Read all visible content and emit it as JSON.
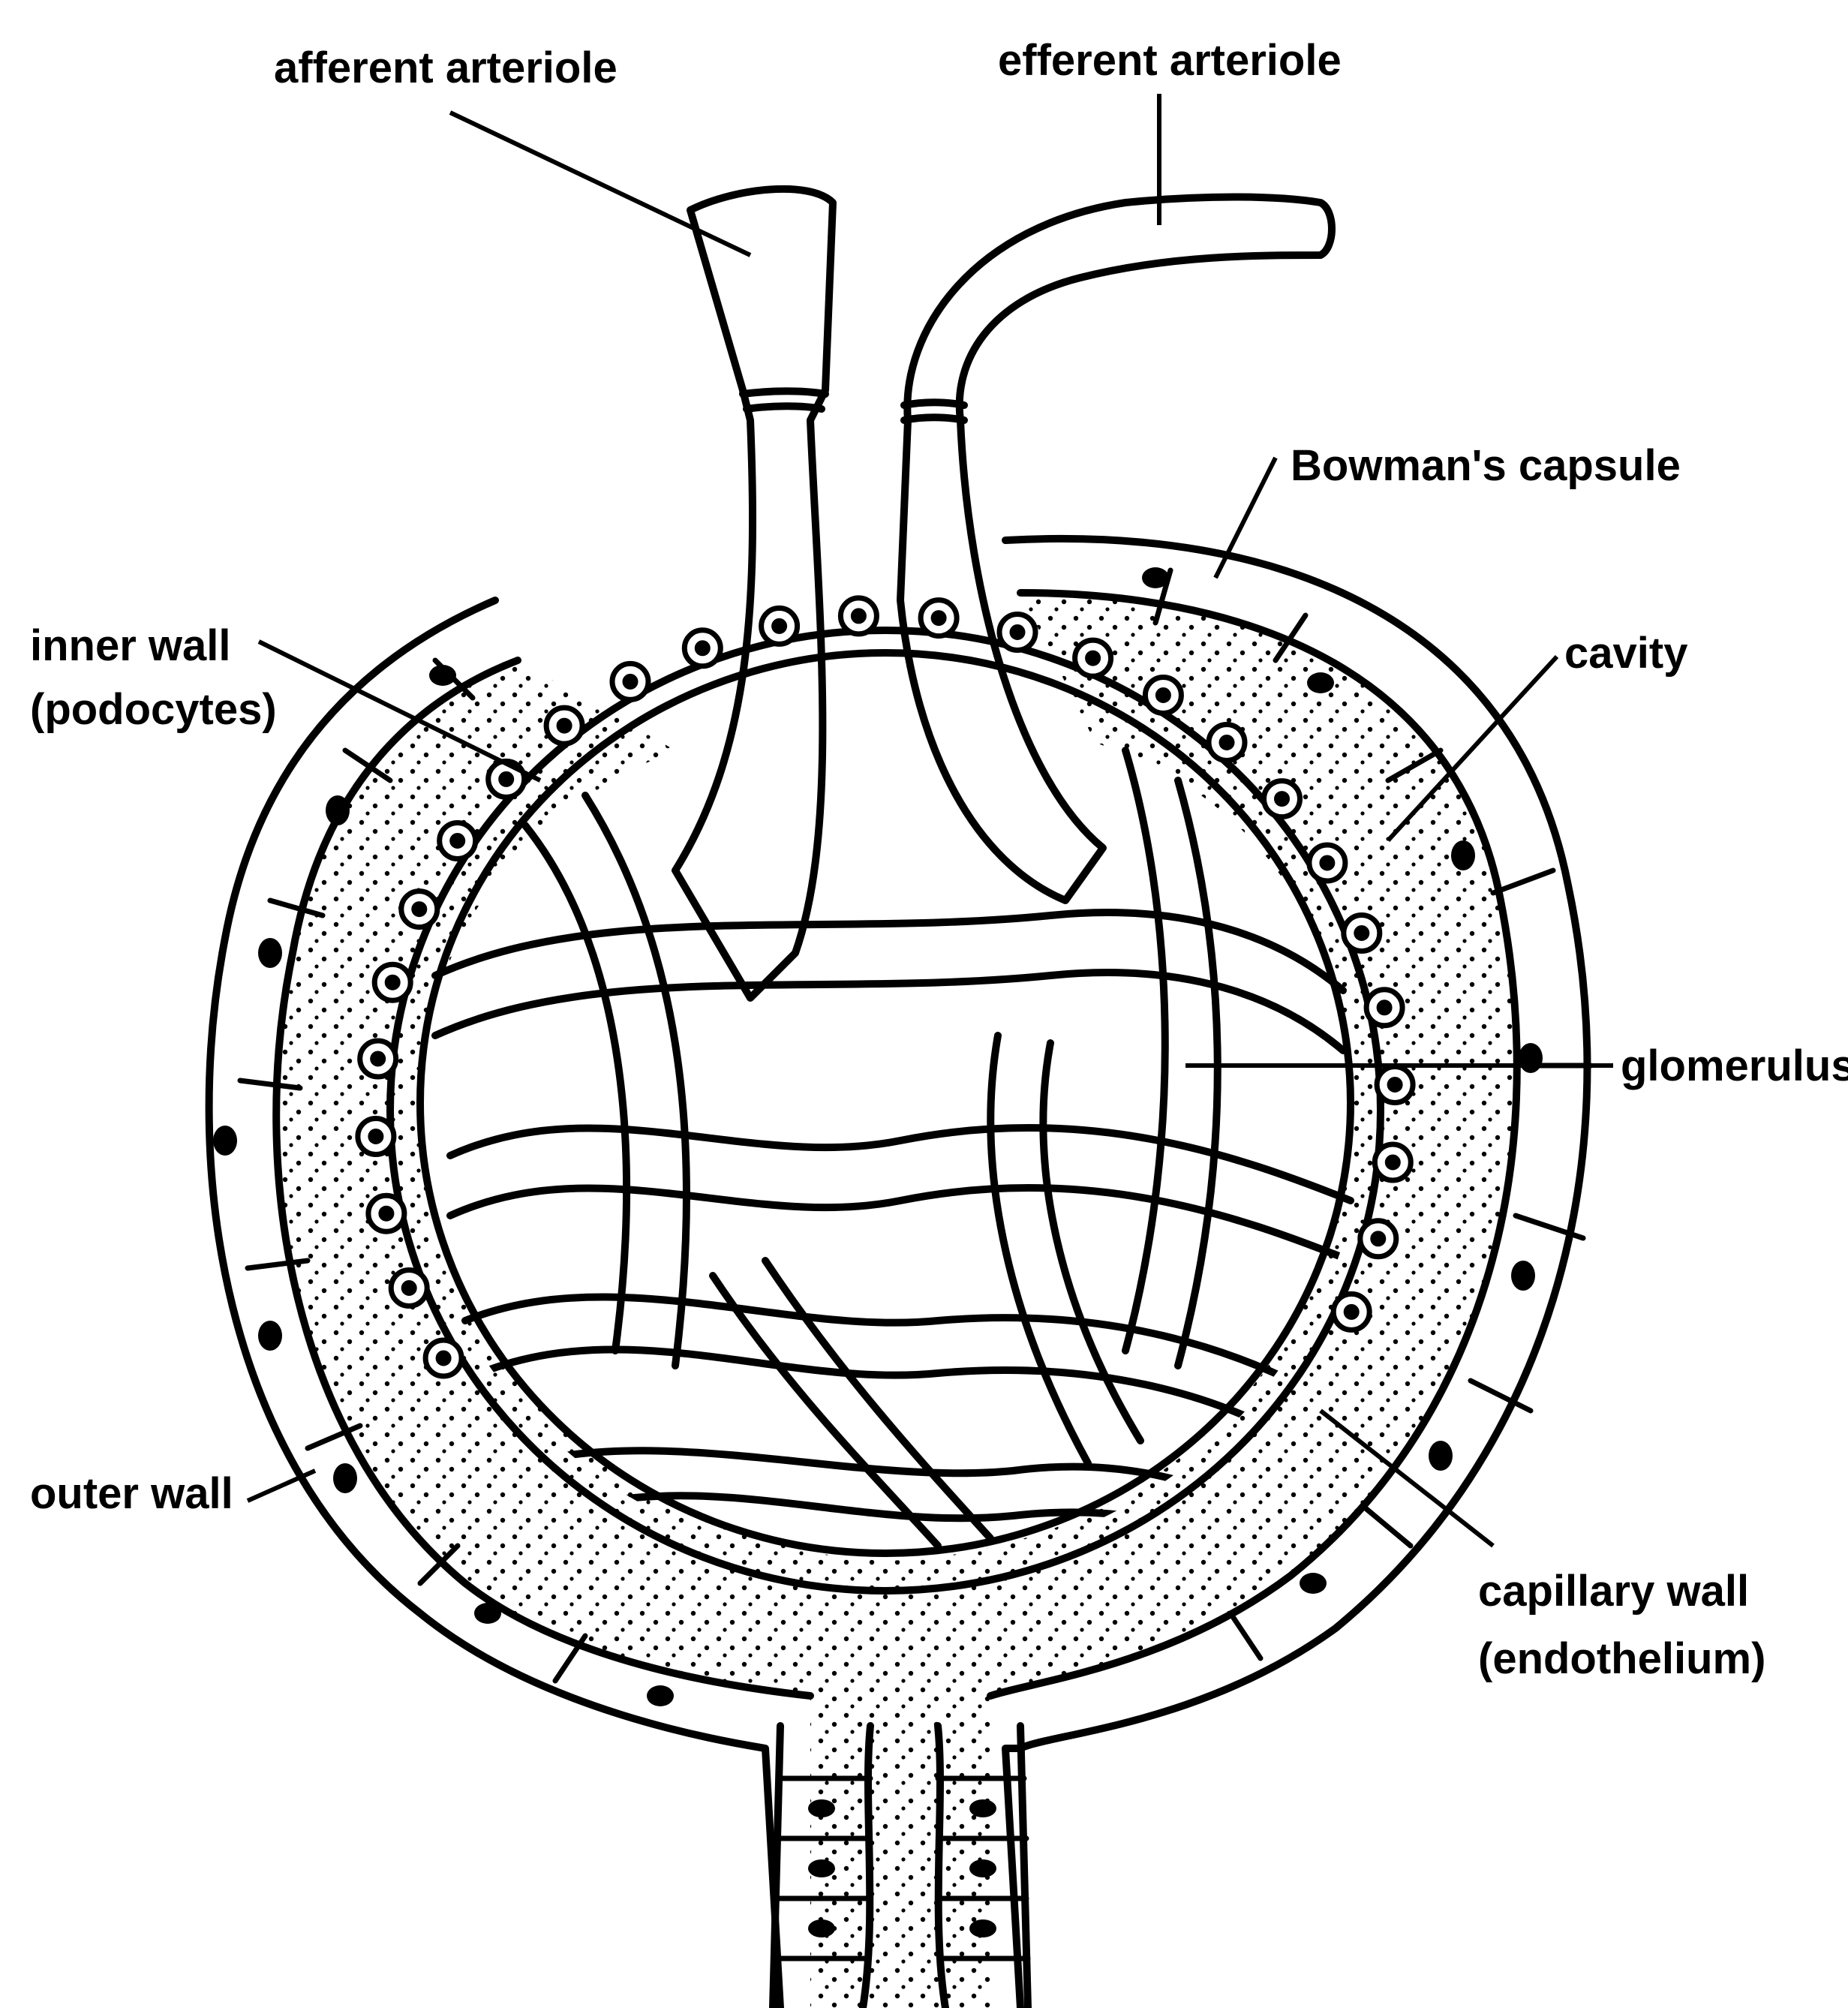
{
  "labels": {
    "afferent_arteriole": "afferent arteriole",
    "efferent_arteriole": "efferent arteriole",
    "bowmans_capsule": "Bowman's capsule",
    "inner_wall_1": "inner wall",
    "inner_wall_2": "(podocytes)",
    "cavity": "cavity",
    "glomerulus": "glomerulus",
    "outer_wall": "outer wall",
    "capillary_wall_1": "capillary wall",
    "capillary_wall_2": "(endothelium)"
  },
  "colors": {
    "ink": "#000000",
    "background": "#ffffff"
  }
}
